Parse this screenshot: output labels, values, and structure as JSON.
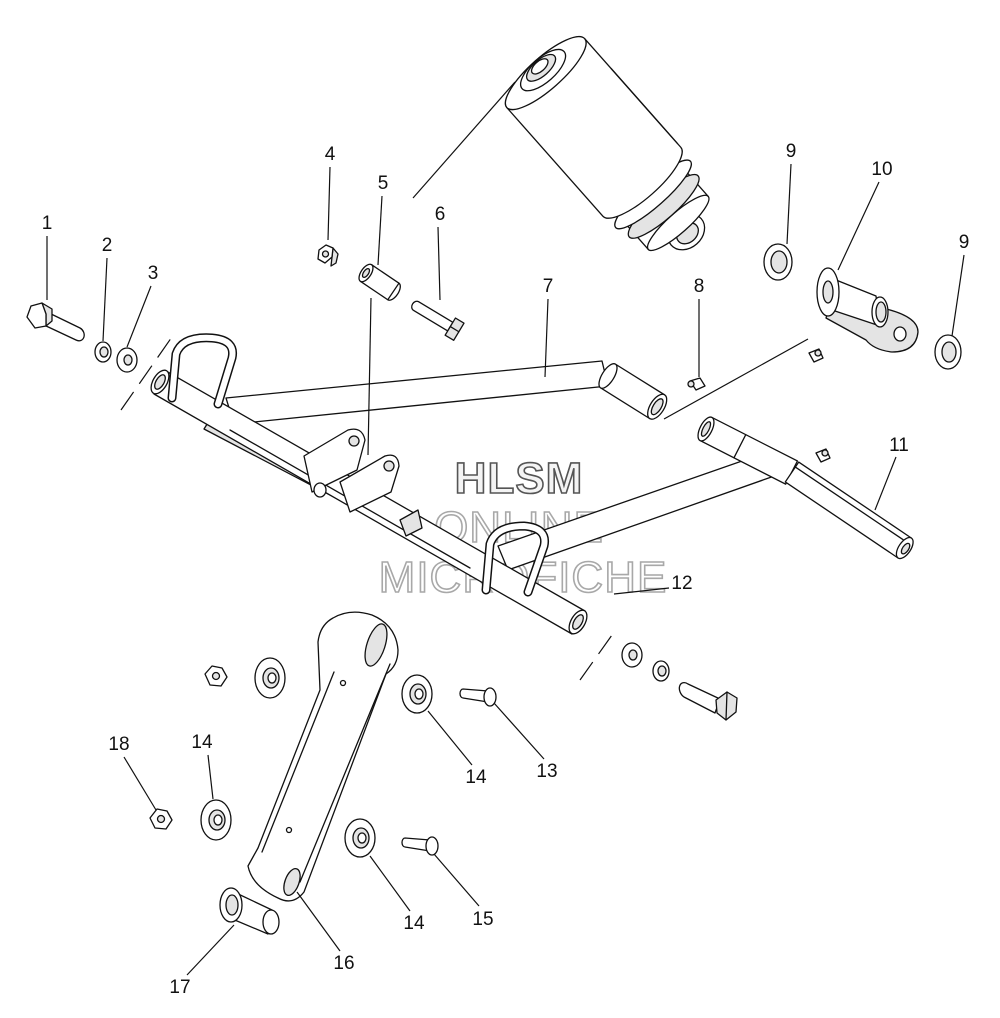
{
  "callouts": [
    {
      "label": "1"
    },
    {
      "label": "2"
    },
    {
      "label": "3"
    },
    {
      "label": "4"
    },
    {
      "label": "5"
    },
    {
      "label": "6"
    },
    {
      "label": "7"
    },
    {
      "label": "8"
    },
    {
      "label": "9"
    },
    {
      "label": "10"
    },
    {
      "label": "9"
    },
    {
      "label": "11"
    },
    {
      "label": "12"
    },
    {
      "label": "13"
    },
    {
      "label": "14"
    },
    {
      "label": "18"
    },
    {
      "label": "14"
    },
    {
      "label": "14"
    },
    {
      "label": "15"
    },
    {
      "label": "16"
    },
    {
      "label": "17"
    }
  ],
  "watermark": {
    "line1": "HLSM",
    "line2": "ONLINE",
    "line3": "MICROFICHE"
  }
}
